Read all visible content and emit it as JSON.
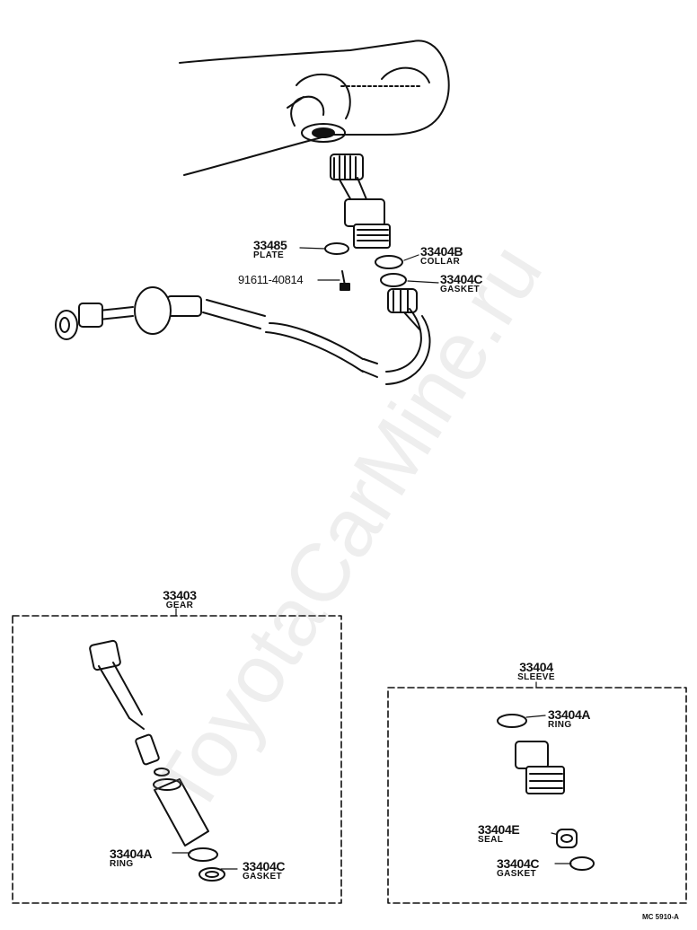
{
  "watermark": "ToyotaCarMine.ru",
  "labels": {
    "p33485": {
      "number": "33485",
      "name": "PLATE"
    },
    "p33404B": {
      "number": "33404B",
      "name": "COLLAR"
    },
    "p33404C_top": {
      "number": "33404C",
      "name": "GASKET"
    },
    "bolt": {
      "number": "91611-40814"
    },
    "gear_group": {
      "number": "33403",
      "name": "GEAR"
    },
    "gear_ring": {
      "number": "33404A",
      "name": "RING"
    },
    "gear_gasket": {
      "number": "33404C",
      "name": "GASKET"
    },
    "sleeve_group": {
      "number": "33404",
      "name": "SLEEVE"
    },
    "sleeve_ring": {
      "number": "33404A",
      "name": "RING"
    },
    "sleeve_seal": {
      "number": "33404E",
      "name": "SEAL"
    },
    "sleeve_gasket": {
      "number": "33404C",
      "name": "GASKET"
    }
  },
  "diagram_code": "MC 5910-A",
  "colors": {
    "ink": "#111111",
    "watermark": "#969696"
  }
}
